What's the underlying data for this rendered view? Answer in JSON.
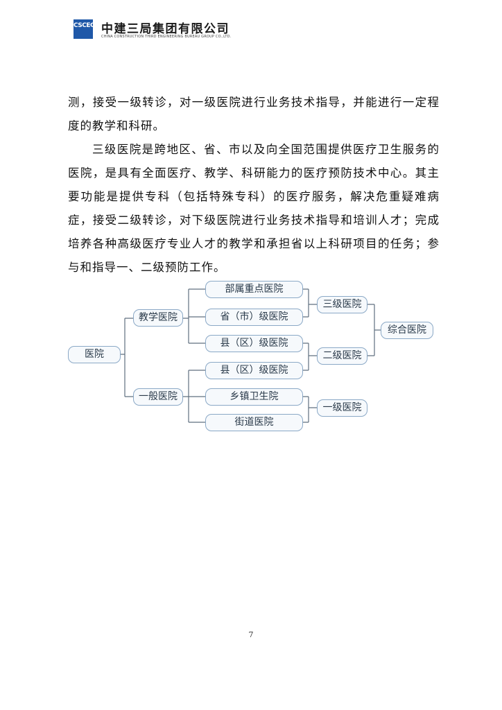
{
  "header": {
    "logo_text": "CSCEC",
    "company_name_cn": "中建三局集团有限公司",
    "company_name_en": "CHINA CONSTRUCTION THIRD ENGINEERING BUREAU GROUP CO.,LTD."
  },
  "body": {
    "paragraph_1": "测，接受一级转诊，对一级医院进行业务技术指导，并能进行一定程度的教学和科研。",
    "paragraph_2": "三级医院是跨地区、省、市以及向全国范围提供医疗卫生服务的医院，是具有全面医疗、教学、科研能力的医疗预防技术中心。其主要功能是提供专科（包括特殊专科）的医疗服务，解决危重疑难病症，接受二级转诊，对下级医院进行业务技术指导和培训人才；完成培养各种高级医疗专业人才的教学和承担省以上科研项目的任务；参与和指导一、二级预防工作。"
  },
  "diagram": {
    "root": "医院",
    "teaching": "教学医院",
    "general": "一般医院",
    "ministry_key": "部属重点医院",
    "provincial_city": "省（市）级医院",
    "county_1": "县（区）级医院",
    "county_2": "县（区）级医院",
    "township": "乡镇卫生院",
    "street": "街道医院",
    "level_3": "三级医院",
    "level_2": "二级医院",
    "level_1": "一级医院",
    "comprehensive": "综合医院"
  },
  "footer": {
    "page_number": "7"
  }
}
